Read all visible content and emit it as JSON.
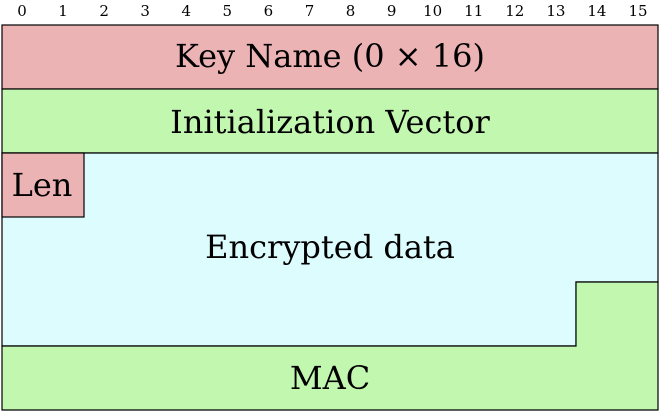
{
  "column_ticks": [
    "0",
    "1",
    "2",
    "3",
    "4",
    "5",
    "6",
    "7",
    "8",
    "9",
    "10",
    "11",
    "12",
    "13",
    "14",
    "15"
  ],
  "fields": {
    "key_name": "Key Name (0 × 16)",
    "initialization_vector": "Initialization Vector",
    "len": "Len",
    "encrypted_data": "Encrypted data",
    "mac": "MAC"
  },
  "colors": {
    "key_name": "#ecb3b4",
    "initialization_vector": "#c2f7b0",
    "len": "#ecb3b4",
    "encrypted_data": "#dcfcfe",
    "mac": "#c2f7b0",
    "border": "#000000"
  }
}
